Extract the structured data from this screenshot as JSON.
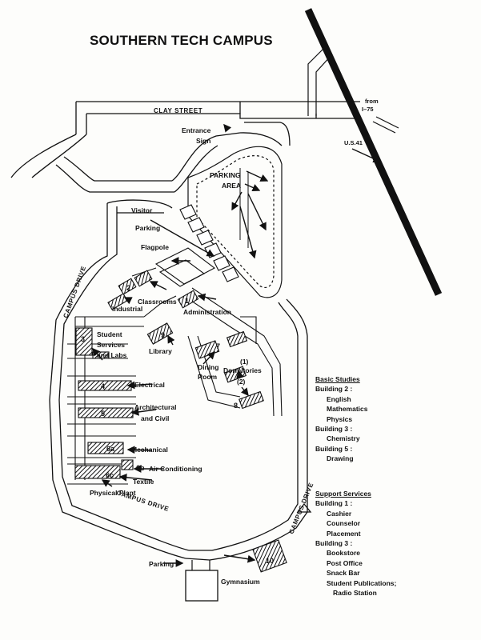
{
  "title": "SOUTHERN TECH CAMPUS",
  "roads": {
    "clay_street": "CLAY STREET",
    "campus_drive_west": "CAMPUS DRIVE",
    "campus_drive_south": "CAMPUS DRIVE",
    "campus_drive_east": "CAMPUS DRIVE",
    "from_i75_line1": "from",
    "from_i75_line2": "I–75",
    "us41": "U.S.41"
  },
  "labels": {
    "entrance_sign_1": "Entrance",
    "entrance_sign_2": "Sign",
    "parking_area_1": "PARKING",
    "parking_area_2": "AREA",
    "visitor_parking_1": "Visitor",
    "visitor_parking_2": "Parking",
    "flagpole": "Flagpole",
    "classrooms": "Classrooms",
    "industrial": "Industrial",
    "administration": "Administration",
    "student_services_1": "Student",
    "student_services_2": "Services",
    "student_services_3": "and Labs",
    "library": "Library",
    "dining_room_1": "Dining",
    "dining_room_2": "Room",
    "dormitories_1": "(1)",
    "dormitories_2": "Dormitories",
    "dormitories_3": "(2)",
    "electrical": "Electrical",
    "arch_civil_1": "Architectural",
    "arch_civil_2": "and Civil",
    "mechanical": "Mechanical",
    "air_conditioning": "Air Conditioning",
    "textile": "Textile",
    "physical_plant": "Physical Plant",
    "parking": "Parking",
    "gymnasium": "Gymnasium"
  },
  "buildings": {
    "b1": "1",
    "b2": "2",
    "b3": "3",
    "b4": "4",
    "b5": "5",
    "b6a": "6a",
    "b6b": "6b",
    "b6c": "6c",
    "b7": "7",
    "b8": "8",
    "b9": "9",
    "b10": "10"
  },
  "legend": {
    "basic_studies": {
      "heading": "Basic Studies",
      "groups": [
        {
          "building": "Building 2 :",
          "items": [
            "English",
            "Mathematics",
            "Physics"
          ]
        },
        {
          "building": "Building 3 :",
          "items": [
            "Chemistry"
          ]
        },
        {
          "building": "Building 5 :",
          "items": [
            "Drawing"
          ]
        }
      ]
    },
    "support_services": {
      "heading": "Support  Services",
      "groups": [
        {
          "building": "Building 1 :",
          "items": [
            "Cashier",
            "Counselor",
            "Placement"
          ]
        },
        {
          "building": "Building 3 :",
          "items": [
            "Bookstore",
            "Post Office",
            "Snack Bar",
            "Student Publications;",
            "Radio  Station"
          ]
        }
      ]
    }
  },
  "colors": {
    "ink": "#111111",
    "paper": "#fdfdfb"
  }
}
